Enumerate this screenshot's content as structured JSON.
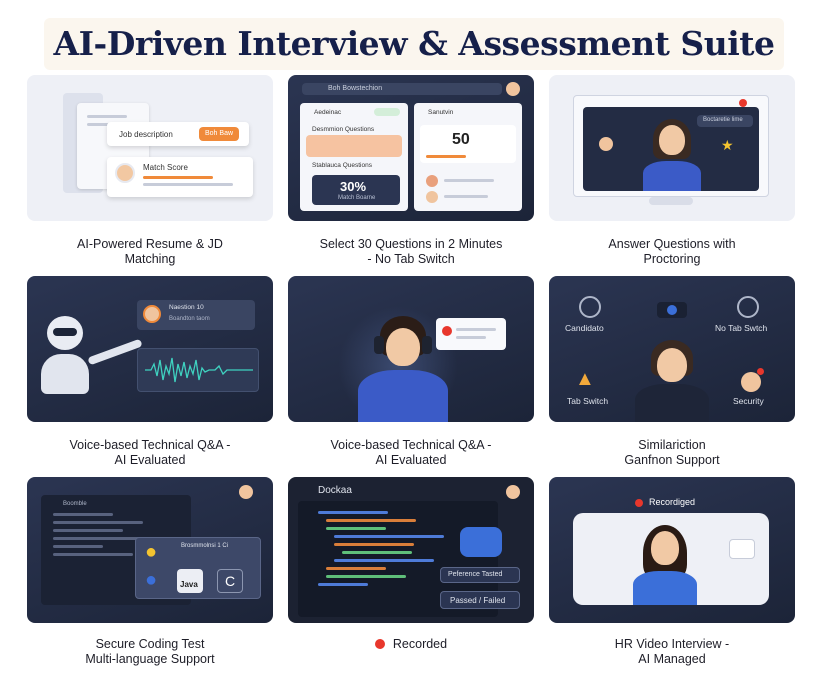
{
  "title": "AI-Driven Interview & Assessment Suite",
  "cards": [
    {
      "caption": [
        "AI-Powered Resume & JD",
        "Matching"
      ],
      "labels": {
        "job": "Job description",
        "btn": "Boh Baw",
        "match": "Match Score"
      }
    },
    {
      "caption": [
        "Select 30 Questions in 2 Minutes",
        "- No Tab Switch"
      ],
      "labels": {
        "top": "Boh Bowstechion",
        "a1": "Aedeinac",
        "a2": "Sanutvin",
        "q1": "Desmmion Questions",
        "q2": "Stablauca Questions",
        "num": "50",
        "pct": "30%",
        "sub": "Match Boarne"
      }
    },
    {
      "caption": [
        "Answer Questions with",
        "Proctoring"
      ],
      "labels": {
        "chip": "Boctaretie lime"
      }
    },
    {
      "caption": [
        "Voice-based Technical Q&A -",
        "AI Evaluated"
      ],
      "labels": {
        "n1": "Naestion 10",
        "n2": "Boandton taom"
      }
    },
    {
      "caption": [
        "Voice-based Technical Q&A -",
        "AI Evaluated"
      ],
      "labels": {}
    },
    {
      "caption": [
        "Similariction",
        "Ganfnon Support"
      ],
      "labels": {
        "cand": "Candidato",
        "tab": "No Tab Swtch",
        "sw": "Tab Switch",
        "sec": "Security"
      }
    },
    {
      "caption": [
        "Secure Coding Test",
        "Multi-language Support"
      ],
      "labels": {
        "rec": "Boomble",
        "java": "Java",
        "c": "C",
        "cn": "Brosmmolnsi 1 Ci"
      }
    },
    {
      "caption": [
        "Recorded"
      ],
      "labels": {
        "dock": "Dockaa",
        "ref": "Peference Tasted",
        "pf": "Passed / Failed"
      }
    },
    {
      "caption": [
        "HR Video Interview -",
        "AI Managed"
      ],
      "labels": {
        "rec": "Recordiged"
      }
    }
  ],
  "colors": {
    "accent": "#f08a3a",
    "dark": "#232c44",
    "red": "#e8372c",
    "blue": "#3b6fd9"
  }
}
